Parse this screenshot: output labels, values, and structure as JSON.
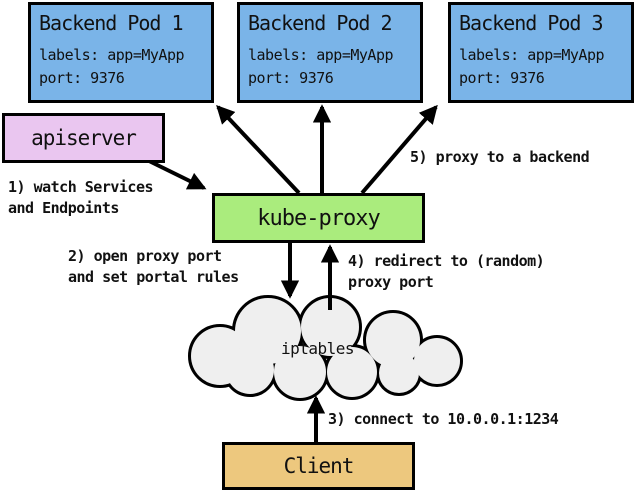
{
  "diagram": {
    "title_hint": "kube-proxy userspace proxy-mode overview",
    "pods": [
      {
        "title": "Backend Pod 1",
        "labels": "labels: app=MyApp",
        "port": "port: 9376"
      },
      {
        "title": "Backend Pod 2",
        "labels": "labels: app=MyApp",
        "port": "port: 9376"
      },
      {
        "title": "Backend Pod 3",
        "labels": "labels: app=MyApp",
        "port": "port: 9376"
      }
    ],
    "apiserver": {
      "label": "apiserver"
    },
    "kube_proxy": {
      "label": "kube-proxy"
    },
    "iptables": {
      "label": "iptables"
    },
    "client": {
      "label": "Client"
    },
    "annotations": {
      "step1": "1) watch Services\nand Endpoints",
      "step2": "2) open proxy port\nand set portal rules",
      "step3": "3) connect to 10.0.0.1:1234",
      "step4": "4) redirect to (random)\nproxy port",
      "step5": "5) proxy to a backend"
    },
    "colors": {
      "pod_fill": "#7AB4E8",
      "apiserver_fill": "#EAC6F0",
      "kube_proxy_fill": "#AAEC7D",
      "iptables_fill": "#EFEFEF",
      "client_fill": "#EDC87E",
      "line": "#000000"
    }
  }
}
